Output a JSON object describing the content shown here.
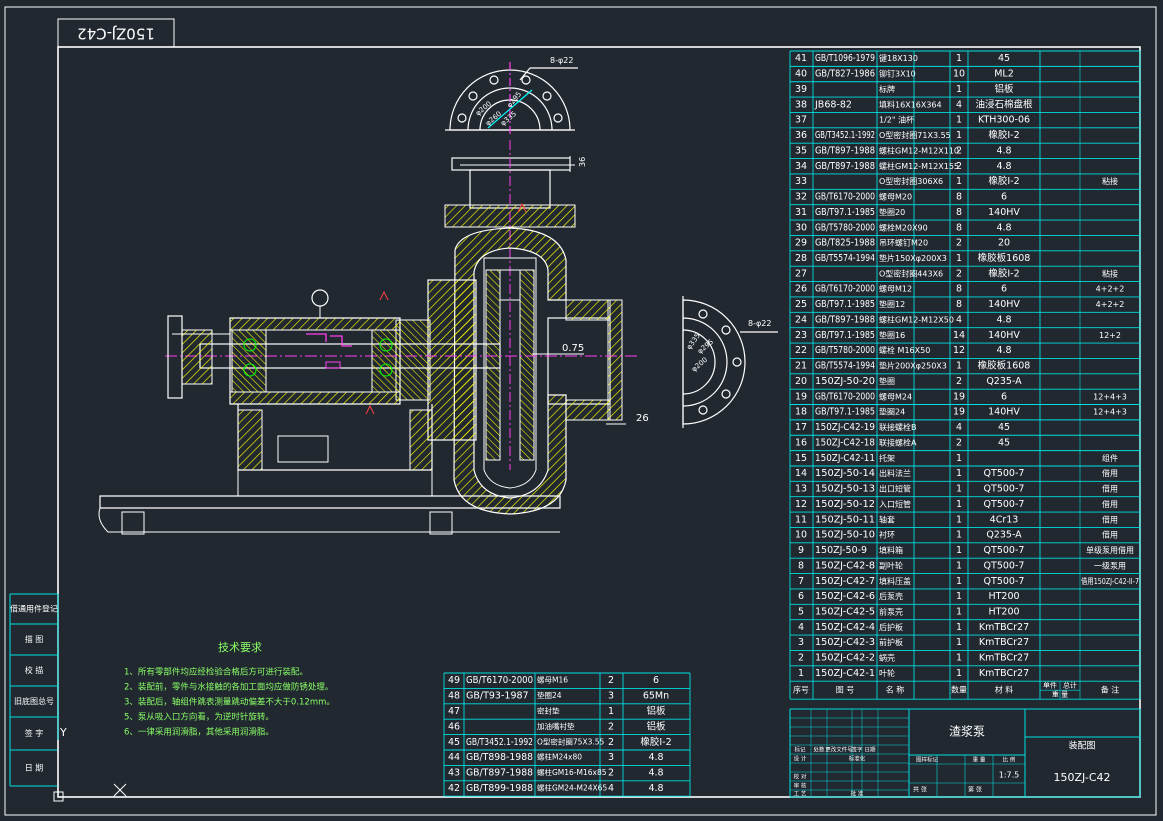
{
  "drawing": {
    "code_stamp": "150ZJ-C42",
    "title": "渣浆泵",
    "stage": "装配图",
    "code": "150ZJ-C42",
    "scale": "1:7.5",
    "colors": {
      "bg": "#212830",
      "frame": "#ffffff",
      "table": "#00e0e0",
      "text": "#ffffff",
      "note": "#8aff66",
      "hatch": "#ffff00",
      "part": "#ff3df0",
      "dim": "#ffffff"
    }
  },
  "left_labels": [
    "借通用件登记",
    "描 图",
    "校 描",
    "旧底图总号",
    "签 字",
    "日 期"
  ],
  "tech_req": {
    "title": "技术要求",
    "lines": [
      "1、所有零部件均应经检验合格后方可进行装配。",
      "2、装配前，零件与水接触的各加工面均应做防锈处理。",
      "3、装配后，轴组件跳表测量跳动偏差不大于0.12mm。",
      "5、泵从吸入口方向看，为逆时针旋转。",
      "6、一律采用润滑脂，其他采用润滑脂。"
    ]
  },
  "flange_top": {
    "holes": "8-φ22",
    "d1": "φ335",
    "d2": "φ295",
    "d3": "φ200",
    "d4": "φ260"
  },
  "flange_right": {
    "holes": "8-φ22",
    "d1": "φ335",
    "d2": "φ295",
    "d3": "φ200"
  },
  "dims": {
    "clearance": "0.75",
    "flange": "26",
    "height": "36"
  },
  "bom": [
    {
      "no": "41",
      "code": "GB/T1096-1979",
      "name": "键18X130",
      "qty": "1",
      "mat": "45",
      "note": ""
    },
    {
      "no": "40",
      "code": "GB/T827-1986",
      "name": "铆钉3X10",
      "qty": "10",
      "mat": "ML2",
      "note": ""
    },
    {
      "no": "39",
      "code": "",
      "name": "标牌",
      "qty": "1",
      "mat": "铝板",
      "note": ""
    },
    {
      "no": "38",
      "code": "JB68-82",
      "name": "填料16X16X364",
      "qty": "4",
      "mat": "油浸石棉盘根",
      "note": ""
    },
    {
      "no": "37",
      "code": "",
      "name": "1/2\" 油杯",
      "qty": "1",
      "mat": "KTH300-06",
      "note": ""
    },
    {
      "no": "36",
      "code": "GB/T3452.1-1992",
      "name": "O型密封圈71X3.55",
      "qty": "1",
      "mat": "橡胶I-2",
      "note": ""
    },
    {
      "no": "35",
      "code": "GB/T897-1988",
      "name": "螺柱GM12-M12X110",
      "qty": "2",
      "mat": "4.8",
      "note": ""
    },
    {
      "no": "34",
      "code": "GB/T897-1988",
      "name": "螺柱GM12-M12X155",
      "qty": "2",
      "mat": "4.8",
      "note": ""
    },
    {
      "no": "33",
      "code": "",
      "name": "O型密封圈306X6",
      "qty": "1",
      "mat": "橡胶I-2",
      "note": "粘接"
    },
    {
      "no": "32",
      "code": "GB/T6170-2000",
      "name": "螺母M20",
      "qty": "8",
      "mat": "6",
      "note": ""
    },
    {
      "no": "31",
      "code": "GB/T97.1-1985",
      "name": "垫圈20",
      "qty": "8",
      "mat": "140HV",
      "note": ""
    },
    {
      "no": "30",
      "code": "GB/T5780-2000",
      "name": "螺栓M20X90",
      "qty": "8",
      "mat": "4.8",
      "note": ""
    },
    {
      "no": "29",
      "code": "GB/T825-1988",
      "name": "吊环螺钉M20",
      "qty": "2",
      "mat": "20",
      "note": ""
    },
    {
      "no": "28",
      "code": "GB/T5574-1994",
      "name": "垫片150Xφ200X3",
      "qty": "1",
      "mat": "橡胶板1608",
      "note": ""
    },
    {
      "no": "27",
      "code": "",
      "name": "O型密封圈443X6",
      "qty": "2",
      "mat": "橡胶I-2",
      "note": "粘接"
    },
    {
      "no": "26",
      "code": "GB/T6170-2000",
      "name": "螺母M12",
      "qty": "8",
      "mat": "6",
      "note": "4+2+2"
    },
    {
      "no": "25",
      "code": "GB/T97.1-1985",
      "name": "垫圈12",
      "qty": "8",
      "mat": "140HV",
      "note": "4+2+2"
    },
    {
      "no": "24",
      "code": "GB/T897-1988",
      "name": "螺柱GM12-M12X50",
      "qty": "4",
      "mat": "4.8",
      "note": ""
    },
    {
      "no": "23",
      "code": "GB/T97.1-1985",
      "name": "垫圈16",
      "qty": "14",
      "mat": "140HV",
      "note": "12+2"
    },
    {
      "no": "22",
      "code": "GB/T5780-2000",
      "name": "螺栓 M16X50",
      "qty": "12",
      "mat": "4.8",
      "note": ""
    },
    {
      "no": "21",
      "code": "GB/T5574-1994",
      "name": "垫片200Xφ250X3",
      "qty": "1",
      "mat": "橡胶板1608",
      "note": ""
    },
    {
      "no": "20",
      "code": "150ZJ-50-20",
      "name": "垫圈",
      "qty": "2",
      "mat": "Q235-A",
      "note": ""
    },
    {
      "no": "19",
      "code": "GB/T6170-2000",
      "name": "螺母M24",
      "qty": "19",
      "mat": "6",
      "note": "12+4+3"
    },
    {
      "no": "18",
      "code": "GB/T97.1-1985",
      "name": "垫圈24",
      "qty": "19",
      "mat": "140HV",
      "note": "12+4+3"
    },
    {
      "no": "17",
      "code": "150ZJ-C42-19",
      "name": "联接螺栓B",
      "qty": "4",
      "mat": "45",
      "note": ""
    },
    {
      "no": "16",
      "code": "150ZJ-C42-18",
      "name": "联接螺栓A",
      "qty": "2",
      "mat": "45",
      "note": ""
    },
    {
      "no": "15",
      "code": "150ZJ-C42-11",
      "name": "托架",
      "qty": "1",
      "mat": "",
      "note": "组件"
    },
    {
      "no": "14",
      "code": "150ZJ-50-14",
      "name": "出料法兰",
      "qty": "1",
      "mat": "QT500-7",
      "note": "借用"
    },
    {
      "no": "13",
      "code": "150ZJ-50-13",
      "name": "出口短管",
      "qty": "1",
      "mat": "QT500-7",
      "note": "借用"
    },
    {
      "no": "12",
      "code": "150ZJ-50-12",
      "name": "入口短管",
      "qty": "1",
      "mat": "QT500-7",
      "note": "借用"
    },
    {
      "no": "11",
      "code": "150ZJ-50-11",
      "name": "轴套",
      "qty": "1",
      "mat": "4Cr13",
      "note": "借用"
    },
    {
      "no": "10",
      "code": "150ZJ-50-10",
      "name": "衬环",
      "qty": "1",
      "mat": "Q235-A",
      "note": "借用"
    },
    {
      "no": "9",
      "code": "150ZJ-50-9",
      "name": "填料箱",
      "qty": "1",
      "mat": "QT500-7",
      "note": "单级泵用借用"
    },
    {
      "no": "8",
      "code": "150ZJ-C42-8",
      "name": "副叶轮",
      "qty": "1",
      "mat": "QT500-7",
      "note": "一级泵用"
    },
    {
      "no": "7",
      "code": "150ZJ-C42-7",
      "name": "填料压盖",
      "qty": "1",
      "mat": "QT500-7",
      "note": "借用150ZJ-C42-II-7"
    },
    {
      "no": "6",
      "code": "150ZJ-C42-6",
      "name": "后泵壳",
      "qty": "1",
      "mat": "HT200",
      "note": ""
    },
    {
      "no": "5",
      "code": "150ZJ-C42-5",
      "name": "前泵壳",
      "qty": "1",
      "mat": "HT200",
      "note": ""
    },
    {
      "no": "4",
      "code": "150ZJ-C42-4",
      "name": "后护板",
      "qty": "1",
      "mat": "KmTBCr27",
      "note": ""
    },
    {
      "no": "3",
      "code": "150ZJ-C42-3",
      "name": "前护板",
      "qty": "1",
      "mat": "KmTBCr27",
      "note": ""
    },
    {
      "no": "2",
      "code": "150ZJ-C42-2",
      "name": "蜗壳",
      "qty": "1",
      "mat": "KmTBCr27",
      "note": ""
    },
    {
      "no": "1",
      "code": "150ZJ-C42-1",
      "name": "叶轮",
      "qty": "1",
      "mat": "KmTBCr27",
      "note": ""
    }
  ],
  "bom_header": {
    "no": "序号",
    "code": "图 号",
    "name": "名 称",
    "qty": "数量",
    "mat": "材 料",
    "unit": "单件",
    "total": "总计",
    "weight": "重 量",
    "note": "备 注"
  },
  "bom_small": [
    {
      "no": "49",
      "code": "GB/T6170-2000",
      "name": "螺母M16",
      "qty": "2",
      "mat": "6"
    },
    {
      "no": "48",
      "code": "GB/T93-1987",
      "name": "垫圈24",
      "qty": "3",
      "mat": "65Mn"
    },
    {
      "no": "47",
      "code": "",
      "name": "密封垫",
      "qty": "1",
      "mat": "铝板"
    },
    {
      "no": "46",
      "code": "",
      "name": "加油嘴衬垫",
      "qty": "2",
      "mat": "铝板"
    },
    {
      "no": "45",
      "code": "GB/T3452.1-1992",
      "name": "O型密封圈75X3.55",
      "qty": "2",
      "mat": "橡胶I-2"
    },
    {
      "no": "44",
      "code": "GB/T898-1988",
      "name": "螺柱M24x80",
      "qty": "3",
      "mat": "4.8"
    },
    {
      "no": "43",
      "code": "GB/T897-1988",
      "name": "螺柱GM16-M16x85",
      "qty": "2",
      "mat": "4.8"
    },
    {
      "no": "42",
      "code": "GB/T899-1988",
      "name": "螺柱GM24-M24X65",
      "qty": "4",
      "mat": "4.8"
    }
  ],
  "title_block": {
    "row1": [
      "标记",
      "处数",
      "更改文件号",
      "签字",
      "日期"
    ],
    "design": "设 计",
    "std": "标准化",
    "stage_label": "图样标记",
    "weight_label": "重 量",
    "scale_label": "比 例",
    "check": "校 对",
    "review": "审 核",
    "craft": "工 艺",
    "approve": "批 准",
    "sheet": "共 张",
    "sheet2": "第 张"
  }
}
